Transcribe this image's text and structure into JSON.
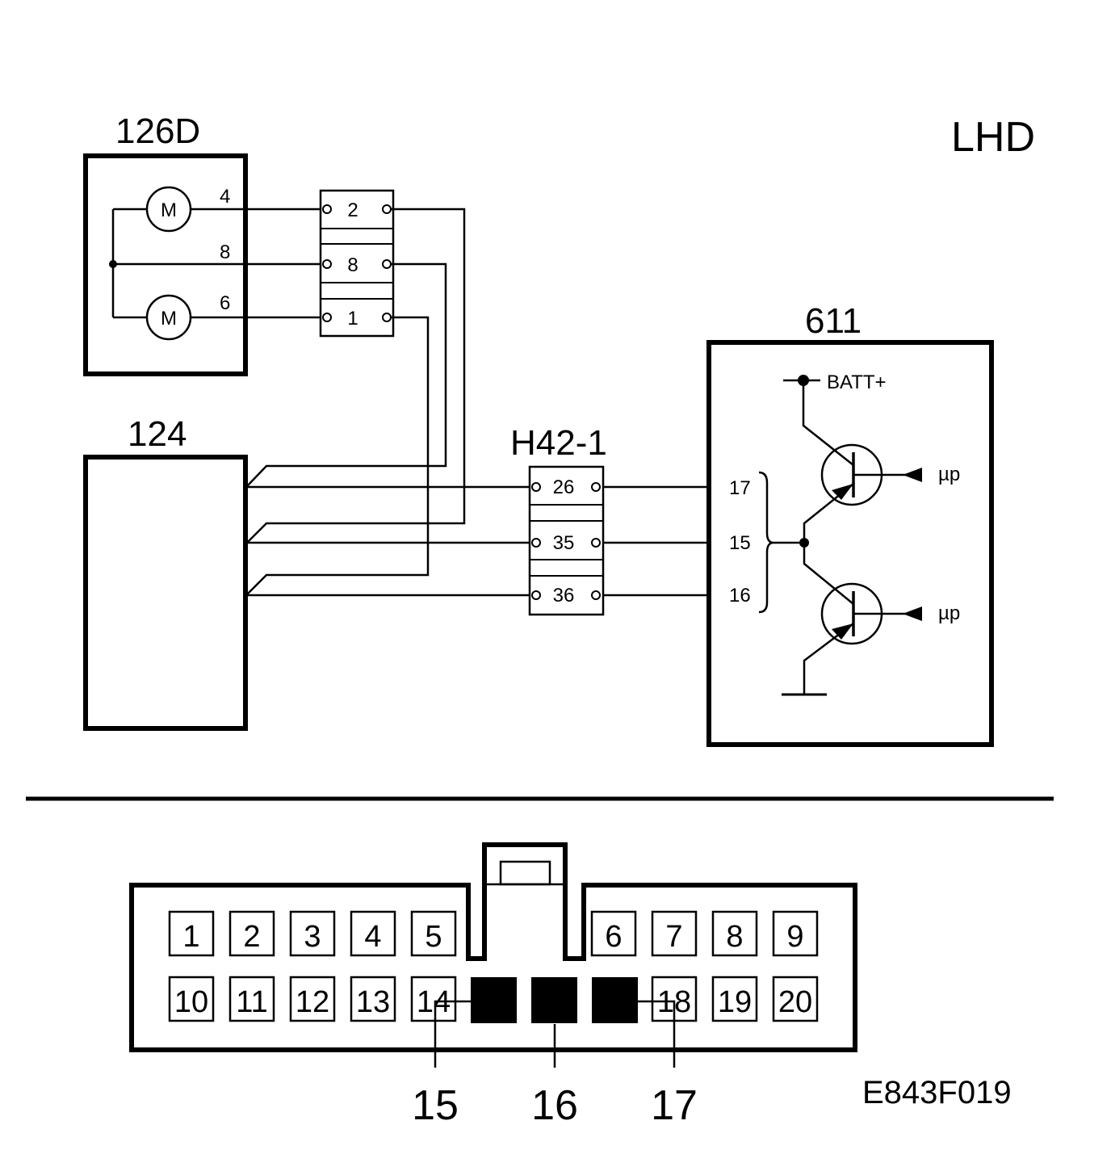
{
  "orientation_label": "LHD",
  "figure_code": "E843F019",
  "components": {
    "motor_unit": {
      "id": "126D",
      "motor_symbol": "M",
      "pins": [
        "4",
        "8",
        "6"
      ]
    },
    "module_124": {
      "id": "124"
    },
    "connector_a": {
      "pins": [
        "2",
        "8",
        "1"
      ]
    },
    "connector_h42": {
      "id": "H42-1",
      "pins": [
        "26",
        "35",
        "36"
      ]
    },
    "control_unit_611": {
      "id": "611",
      "supply_label": "BATT+",
      "pins": [
        "17",
        "15",
        "16"
      ],
      "input_labels": [
        "µp",
        "µp"
      ]
    }
  },
  "connector_face": {
    "top_row": [
      "1",
      "2",
      "3",
      "4",
      "5",
      "6",
      "7",
      "8",
      "9"
    ],
    "bottom_row": [
      "10",
      "11",
      "12",
      "13",
      "14",
      "18",
      "19",
      "20"
    ],
    "callouts": [
      "15",
      "16",
      "17"
    ]
  }
}
